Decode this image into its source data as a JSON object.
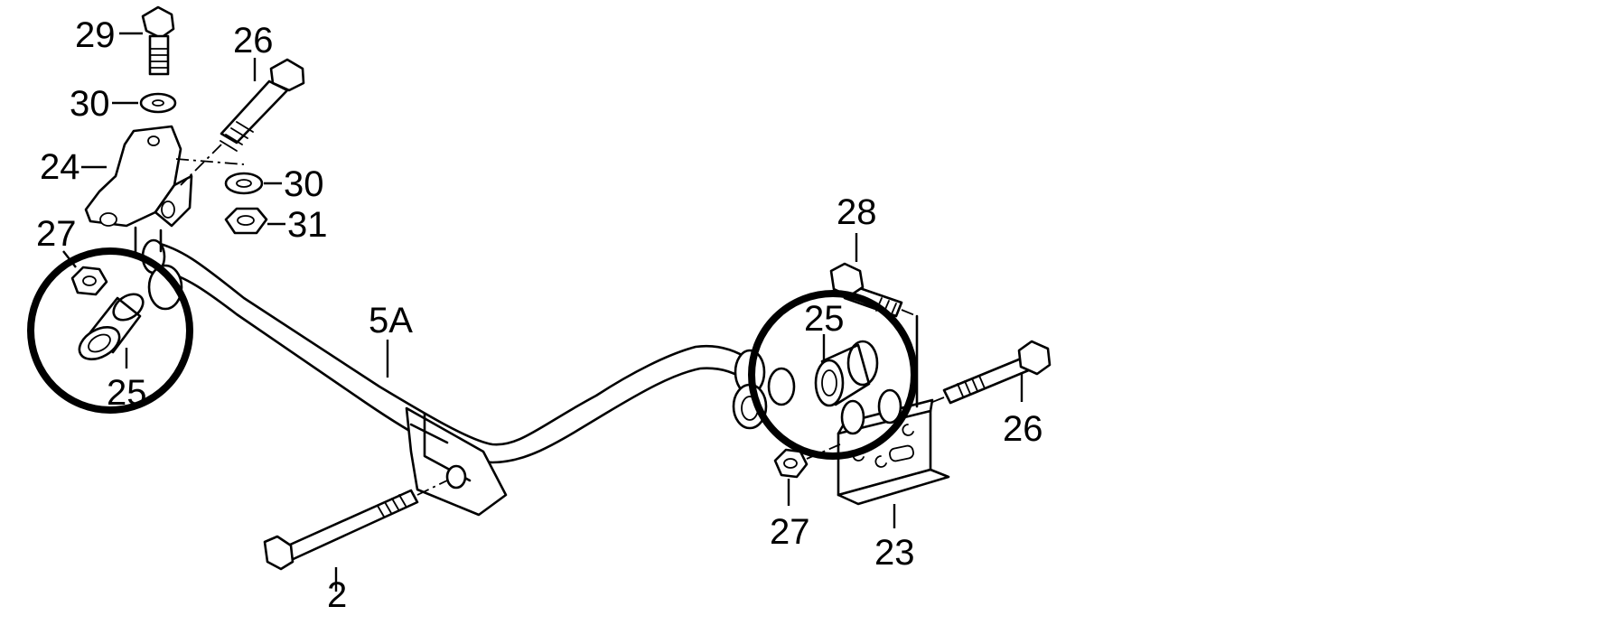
{
  "callouts": {
    "c29": "29",
    "c26_top": "26",
    "c30_left": "30",
    "c24": "24",
    "c30_right": "30",
    "c31": "31",
    "c27_left": "27",
    "c25_left": "25",
    "c5a": "5A",
    "c2": "2",
    "c28": "28",
    "c25_right": "25",
    "c26_right": "26",
    "c27_right": "27",
    "c23": "23"
  },
  "icons": {
    "bolt": "hex-bolt-icon",
    "washer": "washer-icon",
    "nut": "hex-nut-icon",
    "bushing": "rubber-bushing-icon"
  }
}
